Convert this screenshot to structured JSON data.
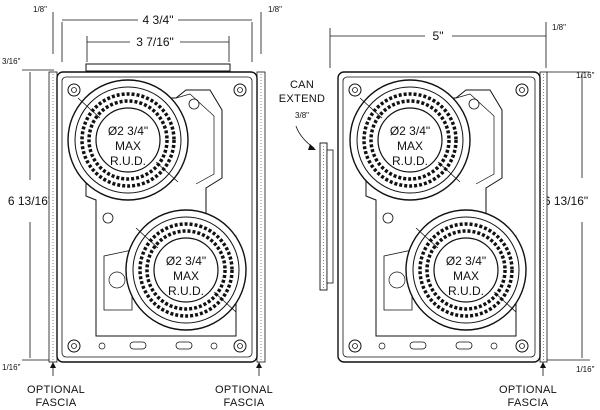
{
  "left_view": {
    "dim_top_left_offset": "1/8\"",
    "dim_overall_width": "4 3/4\"",
    "dim_top_right_offset": "1/8\"",
    "dim_inner_width": "3 7/16\"",
    "dim_top_margin": "3/16\"",
    "dim_height": "6 13/16\"",
    "dim_bottom_margin": "1/16\"",
    "speaker_upper_label": [
      "Ø2 3/4\"",
      "MAX",
      "R.U.D."
    ],
    "speaker_lower_label": [
      "Ø2 3/4\"",
      "MAX",
      "R.U.D."
    ],
    "callout_left": [
      "OPTIONAL",
      "FASCIA"
    ],
    "callout_right": [
      "OPTIONAL",
      "FASCIA"
    ]
  },
  "right_view": {
    "extend_note": [
      "CAN",
      "EXTEND",
      "3/8\""
    ],
    "dim_width": "5\"",
    "dim_top_right_offset": "1/8\"",
    "dim_top_margin": "1/16\"",
    "dim_height": "6 13/16\"",
    "dim_bottom_margin": "1/16\"",
    "speaker_upper_label": [
      "Ø2 3/4\"",
      "MAX",
      "R.U.D."
    ],
    "speaker_lower_label": [
      "Ø2 3/4\"",
      "MAX",
      "R.U.D."
    ],
    "callout": [
      "OPTIONAL",
      "FASCIA"
    ]
  }
}
